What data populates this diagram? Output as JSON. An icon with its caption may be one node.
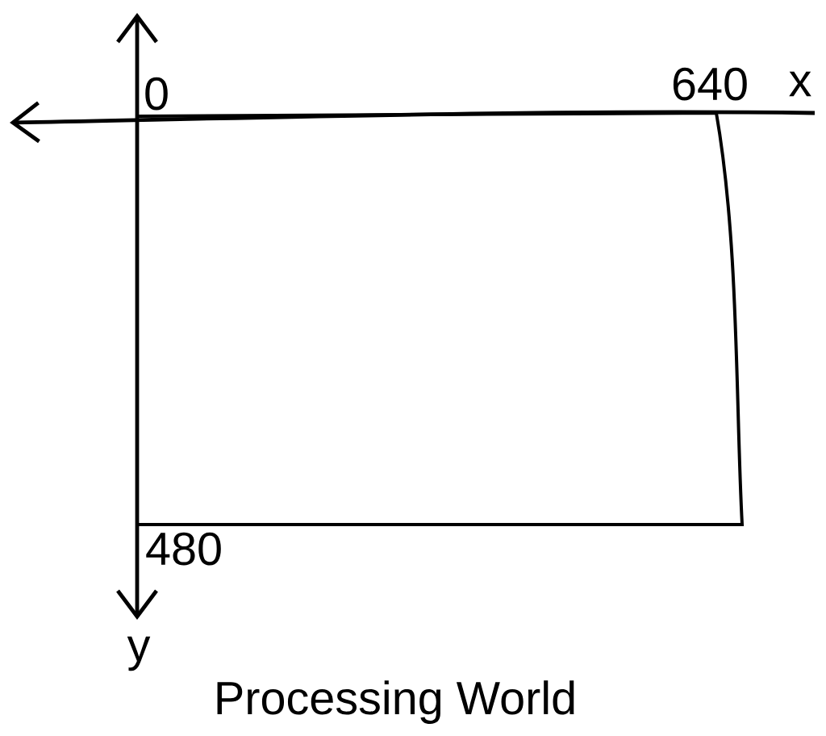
{
  "diagram": {
    "caption": "Processing World",
    "labels": [
      "0",
      "640",
      "x",
      "480",
      "y"
    ]
  }
}
